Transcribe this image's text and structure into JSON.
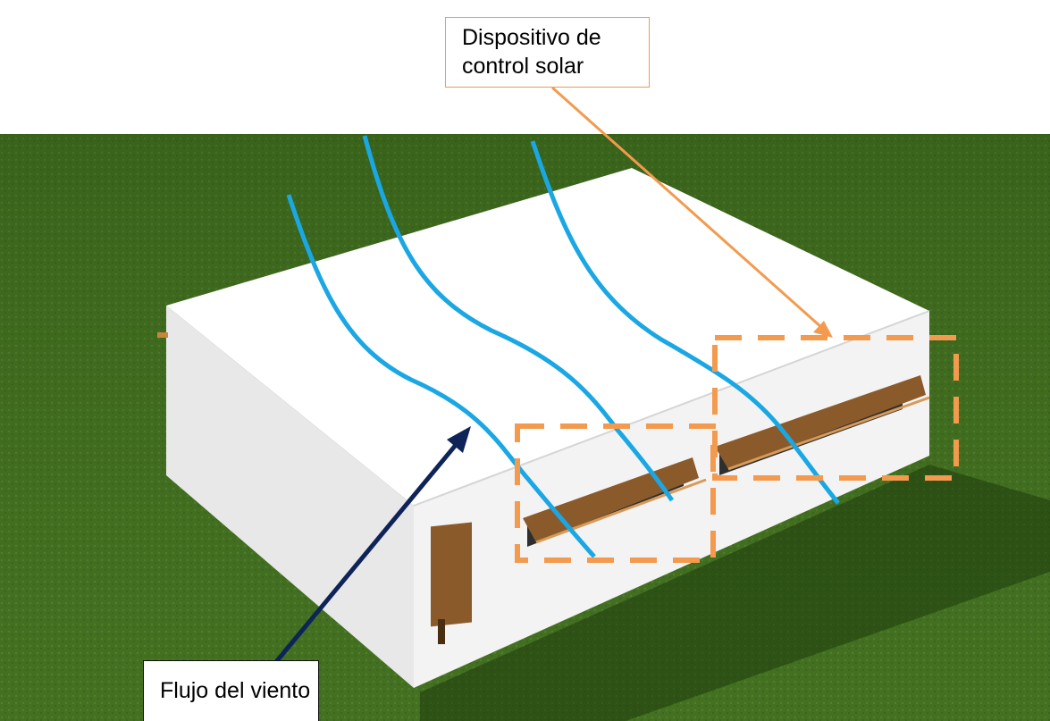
{
  "callouts": {
    "solar_device": {
      "line1": "Dispositivo  de",
      "line2": "control solar"
    },
    "wind_flow": {
      "text": "Flujo del viento"
    }
  },
  "colors": {
    "grass": "#3F6B1F",
    "building_roof": "#FFFFFF",
    "building_wall": "#F2F2F2",
    "building_side": "#E6E6E6",
    "wind_lines": "#1AA7E4",
    "solar_highlight": "#F39A4E",
    "wind_arrow": "#0E2357",
    "wood": "#8A5A2B"
  },
  "icons": {
    "wind": "wind-flow-curve",
    "arrow": "arrow-pointer",
    "highlight": "dashed-highlight-box"
  }
}
